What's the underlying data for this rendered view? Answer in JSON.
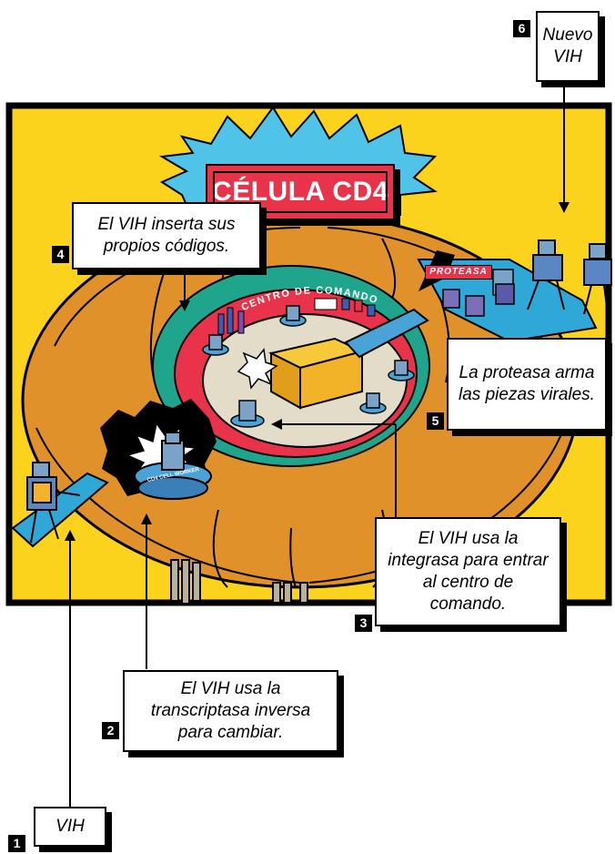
{
  "title": "CÉLULA CD4",
  "command_center_label": "CENTRO DE COMANDO",
  "protease_station_label": "PROTEASA",
  "worker_badge": "CD4 CELL WORKER",
  "colors": {
    "background": "#fbd31c",
    "cell_body": "#e0912a",
    "cell_outline": "#000000",
    "title_sign": "#e8334a",
    "starburst": "#4fc3e8",
    "command_ring": "#1fa58c",
    "command_red": "#e8334a",
    "floor": "#e2dcc8",
    "robots": "#7aa3c7"
  },
  "steps": [
    {
      "number": "1",
      "text": "VIH"
    },
    {
      "number": "2",
      "text": "El VIH usa la transcriptasa inversa para cambiar."
    },
    {
      "number": "3",
      "text": "El VIH usa la integrasa para entrar al centro de comando."
    },
    {
      "number": "4",
      "text": "El VIH inserta sus propios códigos."
    },
    {
      "number": "5",
      "text": "La proteasa arma las piezas virales."
    },
    {
      "number": "6",
      "text": "Nuevo VIH"
    }
  ]
}
